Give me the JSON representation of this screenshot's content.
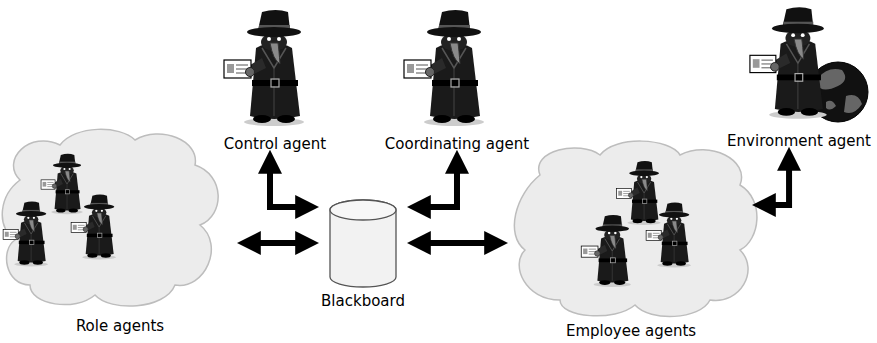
{
  "diagram": {
    "nodes": [
      {
        "text": [
          "Control agent"
        ]
      },
      {
        "text": [
          "Coordinating agent"
        ]
      },
      {
        "text": [
          "Environment agent"
        ]
      },
      {
        "text": [
          "Role agents"
        ]
      },
      {
        "text": [
          "Blackboard"
        ]
      },
      {
        "text": [
          "Employee agents"
        ]
      }
    ],
    "edges": [
      {
        "from": 0,
        "to": 4,
        "arrow": "both"
      },
      {
        "from": 1,
        "to": 4,
        "arrow": "both"
      },
      {
        "from": 2,
        "to": 5,
        "arrow": "both"
      },
      {
        "from": 3,
        "to": 4,
        "arrow": "both"
      },
      {
        "from": 4,
        "to": 5,
        "arrow": "both"
      }
    ]
  }
}
